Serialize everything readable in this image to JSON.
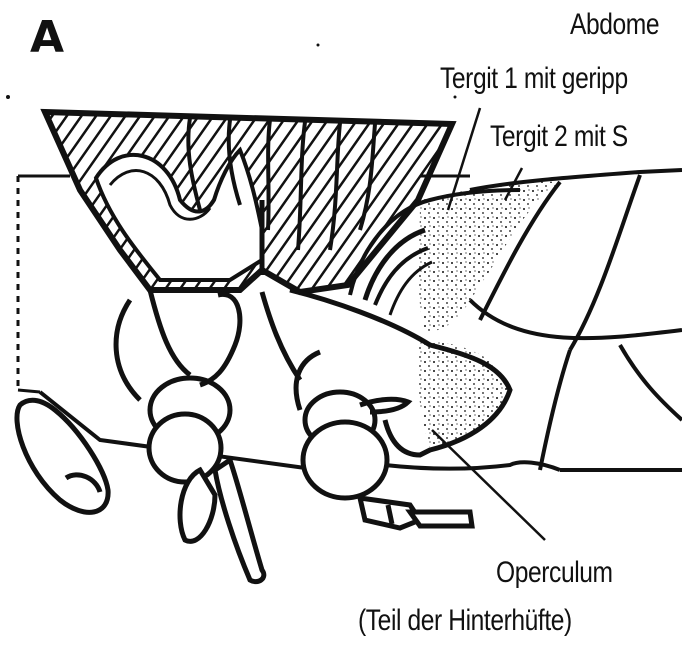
{
  "figure": {
    "panel_letter": "A",
    "labels": {
      "abdomen": "Abdome",
      "tergit1": "Tergit 1 mit geripp",
      "tergit2": "Tergit 2 mit S",
      "operculum": "Operculum",
      "operculum_note": "(Teil der Hinterhüfte)"
    },
    "colors": {
      "ink": "#111111",
      "paper": "#ffffff"
    }
  }
}
